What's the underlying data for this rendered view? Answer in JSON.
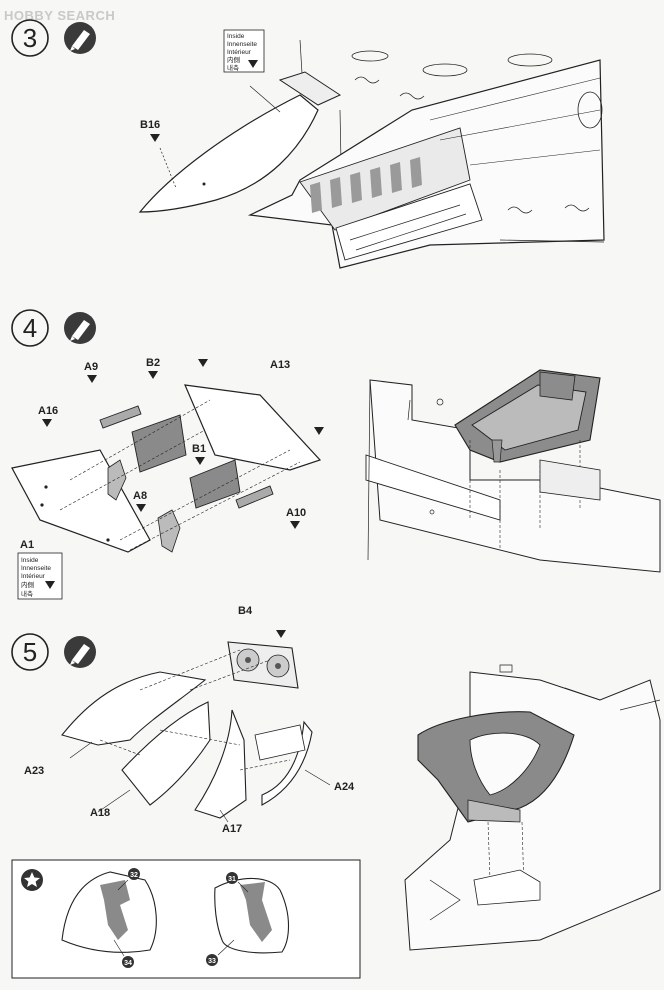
{
  "watermark": "HOBBY SEARCH",
  "colors": {
    "ink": "#222222",
    "paper": "#f7f7f5",
    "shade": "#8a8a8a",
    "light_shade": "#c8c8c8"
  },
  "steps": [
    {
      "number": "3",
      "icon": "cement-tube-icon",
      "parts": {
        "b16": "B16"
      },
      "inside_note": {
        "en": "Inside",
        "de": "Innenseite",
        "fr": "Intérieur",
        "ja": "内側",
        "ko": "내측"
      }
    },
    {
      "number": "4",
      "icon": "cement-tube-icon",
      "parts": {
        "a9": "A9",
        "b2": "B2",
        "a13": "A13",
        "a16": "A16",
        "b1": "B1",
        "a8": "A8",
        "a10": "A10",
        "a1": "A1"
      },
      "inside_note": {
        "en": "Inside",
        "de": "Innenseite",
        "fr": "Intérieur",
        "ja": "内側",
        "ko": "내측"
      }
    },
    {
      "number": "5",
      "icon": "cement-tube-icon",
      "parts": {
        "b4": "B4",
        "a23": "A23",
        "a18": "A18",
        "a17": "A17",
        "a24": "A24"
      }
    }
  ],
  "decal_box": {
    "icon": "star-icon",
    "markers": [
      "32",
      "31",
      "34",
      "33"
    ]
  }
}
